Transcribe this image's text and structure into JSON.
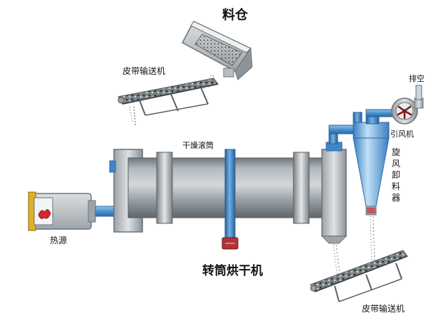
{
  "labels": {
    "silo": "料仓",
    "conveyor_top": "皮带输送机",
    "exhaust": "排空",
    "fan": "引风机",
    "cyclone": "旋风卸料器",
    "drum": "干燥滚筒",
    "heat_source": "热源",
    "title": "转筒烘干机",
    "conveyor_bottom": "皮带输送机"
  },
  "colors": {
    "drum_body": "#8f979c",
    "duct_blue": "#3f86c6",
    "cyclone_blue": "#5ea6db",
    "steel": "#c4c8cb",
    "dark_steel": "#6c7378",
    "accent_red": "#d0282b",
    "heater_yellow": "#e0b020"
  }
}
